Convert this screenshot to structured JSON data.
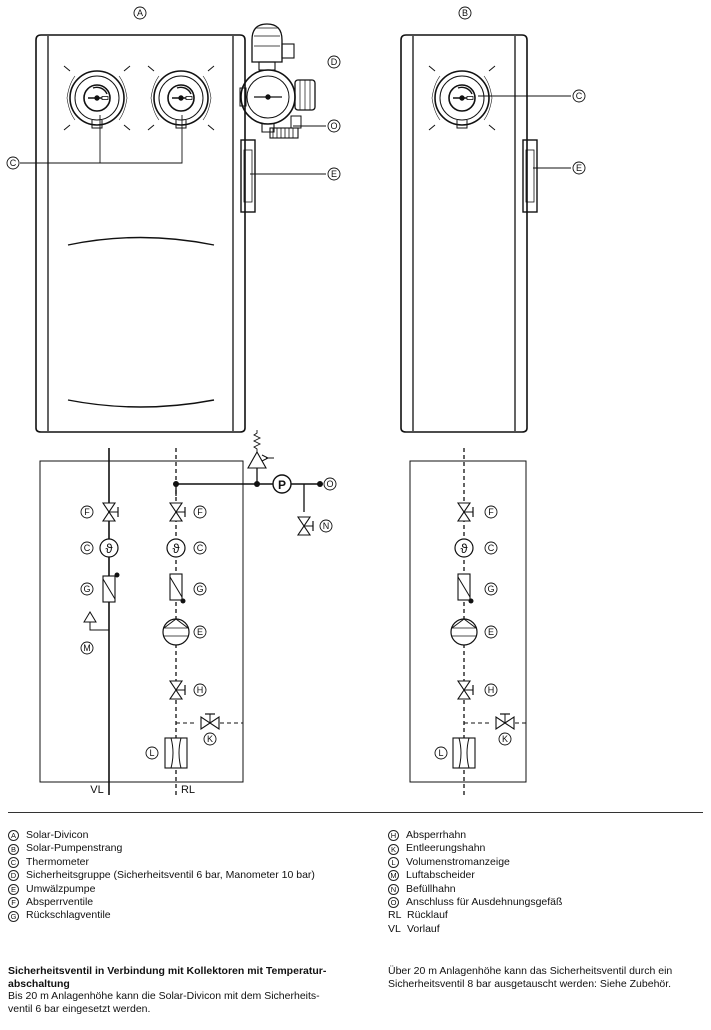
{
  "figure": {
    "markers": {
      "A": "A",
      "B": "B",
      "C": "C",
      "D": "D",
      "E": "E",
      "F": "F",
      "G": "G",
      "H": "H",
      "K": "K",
      "L": "L",
      "M": "M",
      "N": "N",
      "O": "O"
    },
    "pump_symbol": "P",
    "thermo_symbol": "ϑ",
    "line_labels": {
      "vl": "VL",
      "rl": "RL"
    }
  },
  "legend_left": [
    {
      "sym": "A",
      "text": "Solar-Divicon"
    },
    {
      "sym": "B",
      "text": "Solar-Pumpenstrang"
    },
    {
      "sym": "C",
      "text": "Thermometer"
    },
    {
      "sym": "D",
      "text": "Sicherheitsgruppe (Sicherheitsventil 6 bar, Manometer 10 bar)"
    },
    {
      "sym": "E",
      "text": "Umwälzpumpe"
    },
    {
      "sym": "F",
      "text": "Absperrventile"
    },
    {
      "sym": "G",
      "text": "Rückschlagventile"
    }
  ],
  "legend_right": [
    {
      "sym": "H",
      "text": "Absperrhahn"
    },
    {
      "sym": "K",
      "text": "Entleerungshahn"
    },
    {
      "sym": "L",
      "text": "Volumenstromanzeige"
    },
    {
      "sym": "M",
      "text": "Luftabscheider"
    },
    {
      "sym": "N",
      "text": "Befüllhahn"
    },
    {
      "sym": "O",
      "text": "Anschluss für Ausdehnungsgefäß"
    }
  ],
  "legend_abbr": [
    {
      "abbr": "RL",
      "text": "Rücklauf"
    },
    {
      "abbr": "VL",
      "text": "Vorlauf"
    }
  ],
  "note_left": {
    "title_line1": "Sicherheitsventil in Verbindung mit Kollektoren mit Temperatur-",
    "title_line2": "abschaltung",
    "body_line1": "Bis 20 m Anlagenhöhe kann die Solar-Divicon mit dem Sicherheits-",
    "body_line2": "ventil 6 bar eingesetzt werden."
  },
  "note_right": {
    "line1": "Über 20 m Anlagenhöhe kann das Sicherheitsventil durch ein",
    "line2": "Sicherheitsventil 8 bar ausgetauscht werden: Siehe Zubehör."
  }
}
